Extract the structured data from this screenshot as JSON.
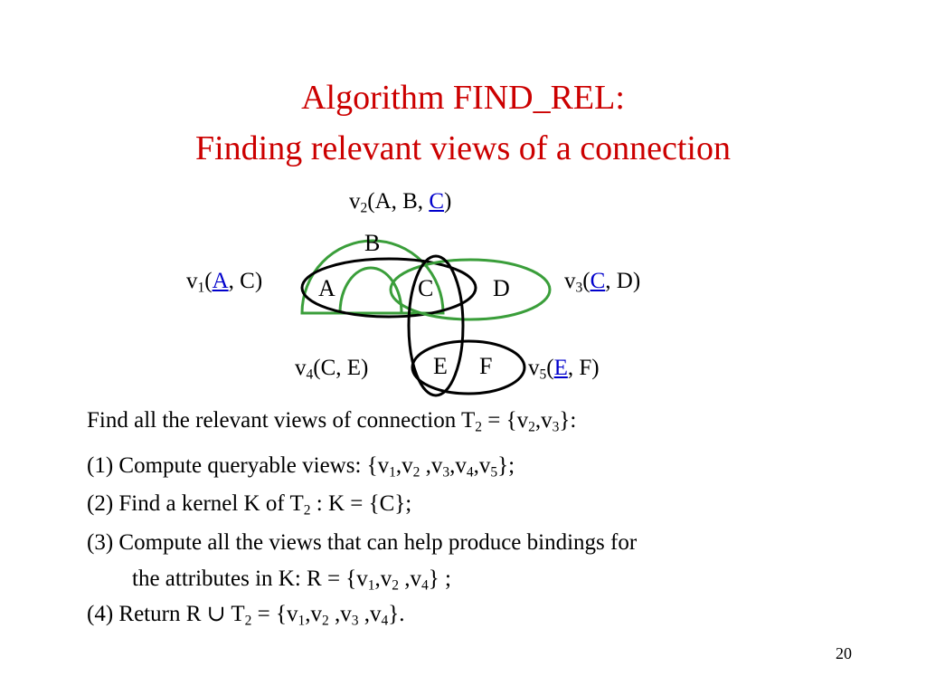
{
  "title": {
    "line1": "Algorithm FIND_REL:",
    "line2": "Finding relevant views of a connection"
  },
  "diagram": {
    "v1": {
      "name": "v",
      "sub": "1",
      "open": "(",
      "arg1": "A",
      "rest": ", C)"
    },
    "v2": {
      "name": "v",
      "sub": "2",
      "prefix": "(A, B, ",
      "arg": "C",
      "close": ")"
    },
    "v3": {
      "name": "v",
      "sub": "3",
      "open": "(",
      "arg1": "C",
      "rest": ", D)"
    },
    "v4": {
      "name": "v",
      "sub": "4",
      "text": "(C, E)"
    },
    "v5": {
      "name": "v",
      "sub": "5",
      "open": "(",
      "arg1": "E",
      "rest": ", F)"
    },
    "nodes": {
      "A": "A",
      "B": "B",
      "C": "C",
      "D": "D",
      "E": "E",
      "F": "F"
    },
    "colors": {
      "green": "#3a9e3a",
      "black": "#000000",
      "blue_link": "#0000cc"
    }
  },
  "text": {
    "intro": {
      "a": "Find all the relevant views of connection T",
      "s1": "2",
      "b": " = {v",
      "s2": "2",
      "c": ",v",
      "s3": "3",
      "d": "}:"
    },
    "step1": {
      "a": "(1) Compute queryable views: {v",
      "s1": "1",
      "b": ",v",
      "s2": "2",
      "c": " ,v",
      "s3": "3",
      "d": ",v",
      "s4": "4",
      "e": ",v",
      "s5": "5",
      "f": "};"
    },
    "step2": {
      "a": "(2) Find a kernel K of T",
      "s1": "2",
      "b": " : K = {C};"
    },
    "step3": {
      "line1": "(3) Compute all the views that can help produce bindings for",
      "line2": {
        "a": "the attributes in K: R = {v",
        "s1": "1",
        "b": ",v",
        "s2": "2",
        "c": " ,v",
        "s3": "4",
        "d": "} ;"
      }
    },
    "step4": {
      "a": "(4) Return R ",
      "union": "∪",
      "b": " T",
      "s1": "2",
      "c": " = {v",
      "s2": "1",
      "d": ",v",
      "s3": "2",
      "e": " ,v",
      "s4": "3",
      "f": " ,v",
      "s5": "4",
      "g": "}."
    }
  },
  "page_number": "20"
}
